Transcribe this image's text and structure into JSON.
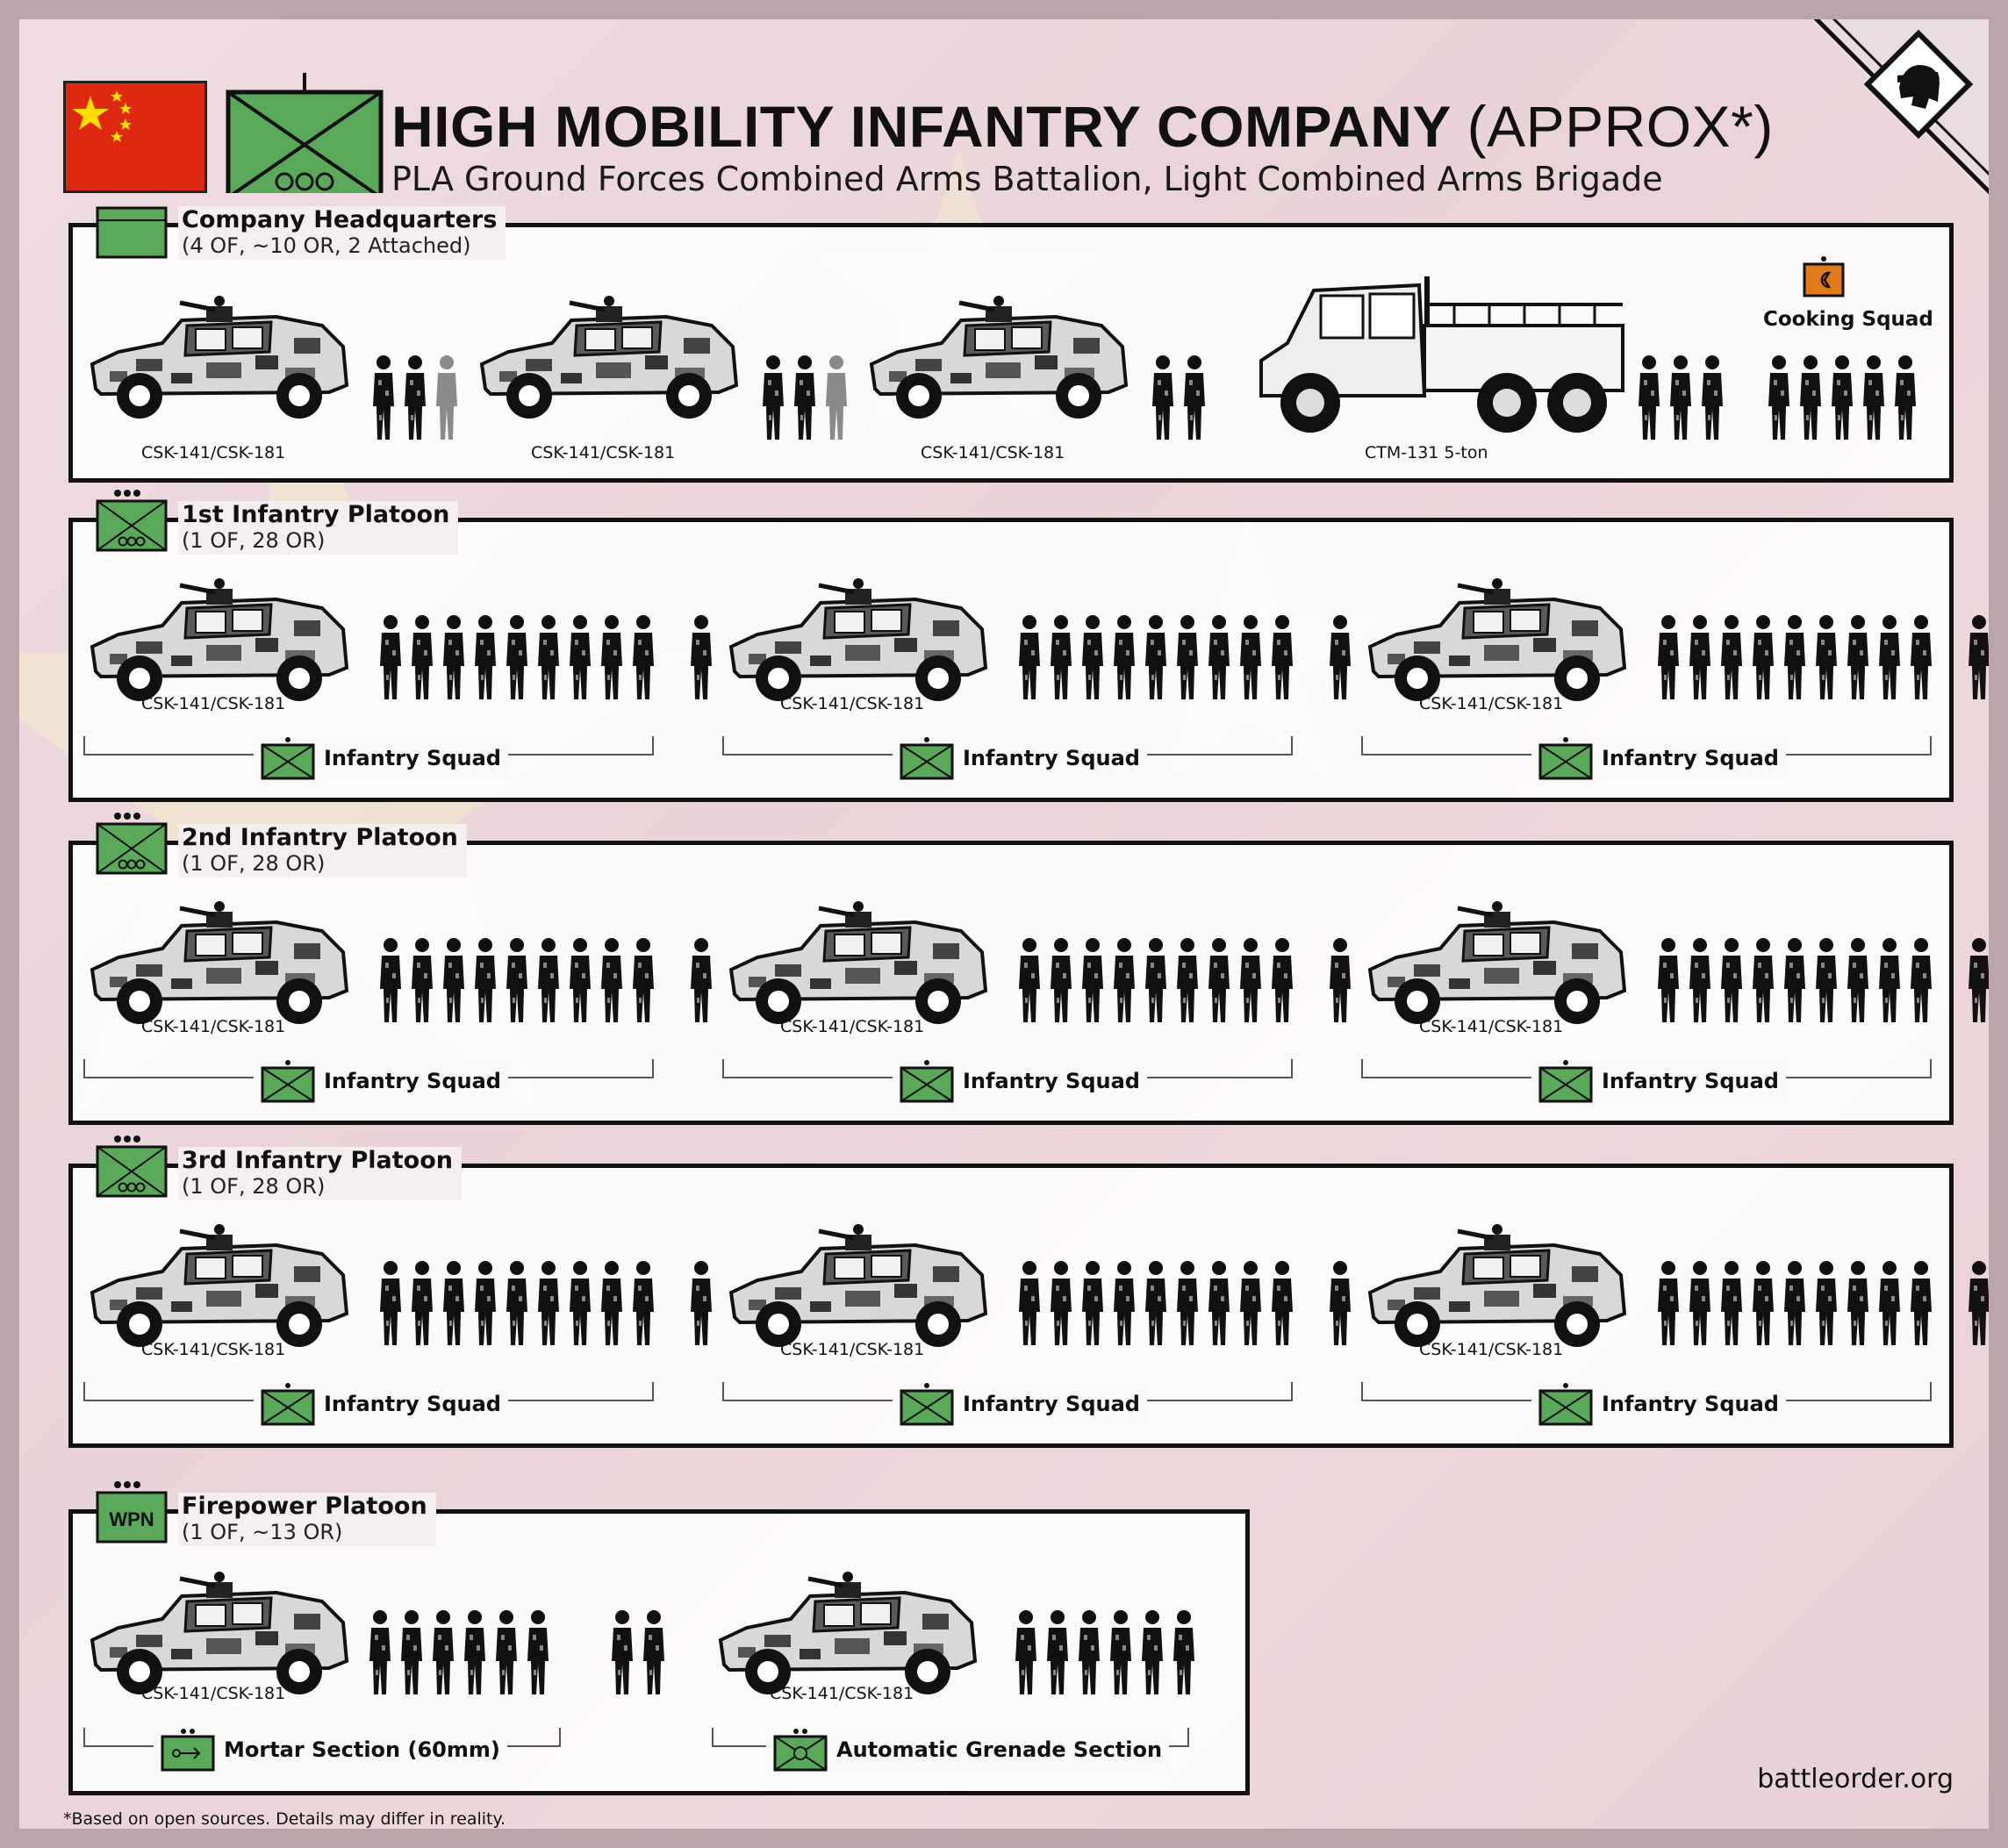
{
  "title": {
    "main": "HIGH MOBILITY INFANTRY COMPANY",
    "approx": "(APPROX*)",
    "subtitle": "PLA Ground Forces Combined Arms Battalion, Light Combined Arms Brigade"
  },
  "colors": {
    "unit_green": "#5aa85a",
    "flag_red": "#de2910",
    "flag_yellow": "#ffde00",
    "cooking_orange": "#e07b1a"
  },
  "hq": {
    "title": "Company Headquarters",
    "strength": "(4 OF, ~10 OR, 2 Attached)",
    "vehicles": [
      "CSK-141/CSK-181",
      "CSK-141/CSK-181",
      "CSK-141/CSK-181",
      "CTM-131 5-ton"
    ],
    "cooking_label": "Cooking Squad"
  },
  "platoons": [
    {
      "title": "1st Infantry Platoon",
      "strength": "(1 OF, 28 OR)",
      "vehicle": "CSK-141/CSK-181",
      "squad": "Infantry Squad"
    },
    {
      "title": "2nd Infantry Platoon",
      "strength": "(1 OF, 28 OR)",
      "vehicle": "CSK-141/CSK-181",
      "squad": "Infantry Squad"
    },
    {
      "title": "3rd Infantry Platoon",
      "strength": "(1 OF, 28 OR)",
      "vehicle": "CSK-141/CSK-181",
      "squad": "Infantry Squad"
    }
  ],
  "firepower": {
    "title": "Firepower Platoon",
    "strength": "(1 OF, ~13 OR)",
    "symbol_text": "WPN",
    "vehicle": "CSK-141/CSK-181",
    "mortar": "Mortar Section (60mm)",
    "grenade": "Automatic Grenade Section"
  },
  "footnote": "*Based on open sources. Details may differ in reality.",
  "site": "battleorder.org"
}
